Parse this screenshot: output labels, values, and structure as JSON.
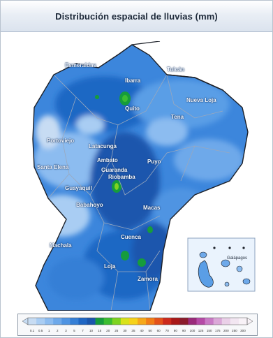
{
  "title": "Distribución espacial de lluvias (mm)",
  "inset_label": "Galápagos",
  "cities": [
    "Esmeraldas",
    "Tulcán",
    "Ibarra",
    "Quito",
    "Nueva Loja",
    "Tena",
    "Portoviejo",
    "Latacunga",
    "Ambato",
    "Puyo",
    "Guaranda",
    "Riobamba",
    "Guayaquil",
    "Macas",
    "Cuenca",
    "Machala",
    "Loja",
    "Zamora",
    "Santa Elena",
    "Babahoyo"
  ],
  "legend_labels": [
    "0.1",
    "0.5",
    "1",
    "2",
    "3",
    "5",
    "7",
    "10",
    "15",
    "20",
    "25",
    "30",
    "35",
    "40",
    "50",
    "60",
    "70",
    "80",
    "90",
    "100",
    "125",
    "150",
    "175",
    "200",
    "250",
    "300"
  ],
  "legend_colors": [
    "#c7dcf3",
    "#a9cdf3",
    "#8cbcf0",
    "#6ea9ea",
    "#4f94e2",
    "#357fd6",
    "#1f67c4",
    "#1a56ad",
    "#169c3c",
    "#3bbd31",
    "#7ed321",
    "#d8e21a",
    "#f6d21a",
    "#f6a81a",
    "#f17d17",
    "#e4521a",
    "#cc2a1c",
    "#a81818",
    "#8b1b2c",
    "#9a2a7a",
    "#b54aa6",
    "#c97ac5",
    "#dba8d8",
    "#ead0e8",
    "#f2e6f1",
    "#f8f2f7"
  ]
}
